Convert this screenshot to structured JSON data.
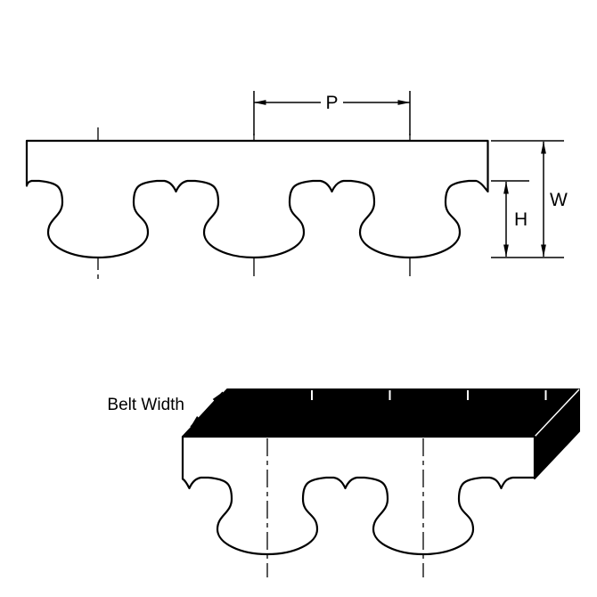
{
  "labels": {
    "pitch": "P",
    "belt_thickness": "W",
    "tooth_height": "H",
    "belt_width": "Belt Width"
  },
  "colors": {
    "ink": "#000000",
    "paper": "#ffffff",
    "solid_face": "#000000"
  }
}
